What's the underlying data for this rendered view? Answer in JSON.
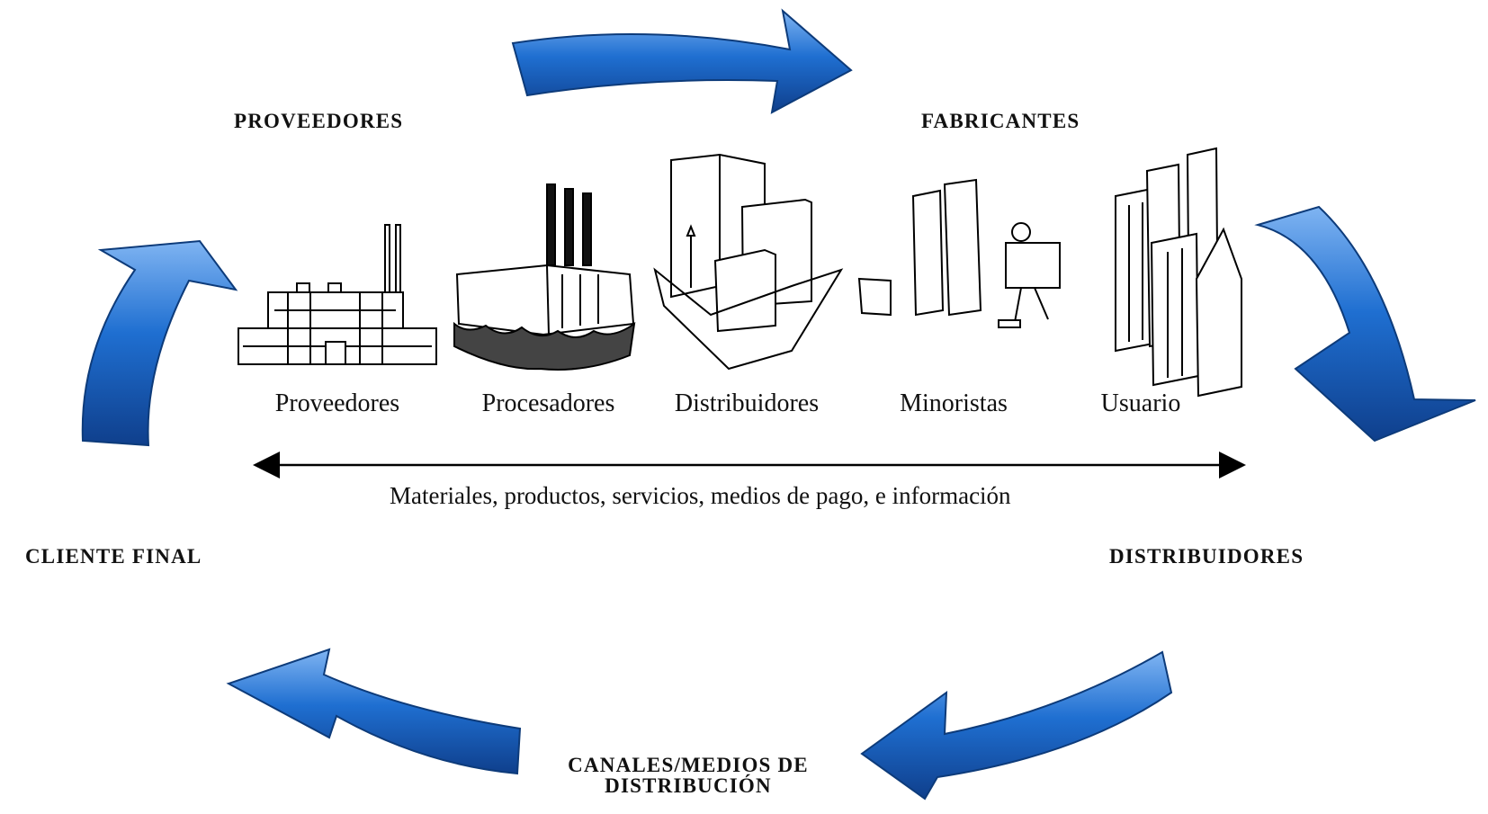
{
  "cycle": {
    "stages": [
      {
        "id": "proveedores",
        "label": "PROVEEDORES"
      },
      {
        "id": "fabricantes",
        "label": "FABRICANTES"
      },
      {
        "id": "distribuidores",
        "label": "DISTRIBUIDORES"
      },
      {
        "id": "canales",
        "label_line1": "CANALES/MEDIOS DE",
        "label_line2": "DISTRIBUCIÓN"
      },
      {
        "id": "cliente",
        "label": "CLIENTE FINAL"
      }
    ],
    "arrow_color": "#1f6fd1"
  },
  "chain": {
    "actors": [
      {
        "label": "Proveedores",
        "icon": "factory-icon"
      },
      {
        "label": "Procesadores",
        "icon": "processing-plant-icon"
      },
      {
        "label": "Distribuidores",
        "icon": "warehouse-icon"
      },
      {
        "label": "Minoristas",
        "icon": "retail-worker-icon"
      },
      {
        "label": "Usuario",
        "icon": "city-buildings-icon"
      }
    ],
    "flow_text": "Materiales, productos, servicios, medios de pago, e información"
  }
}
